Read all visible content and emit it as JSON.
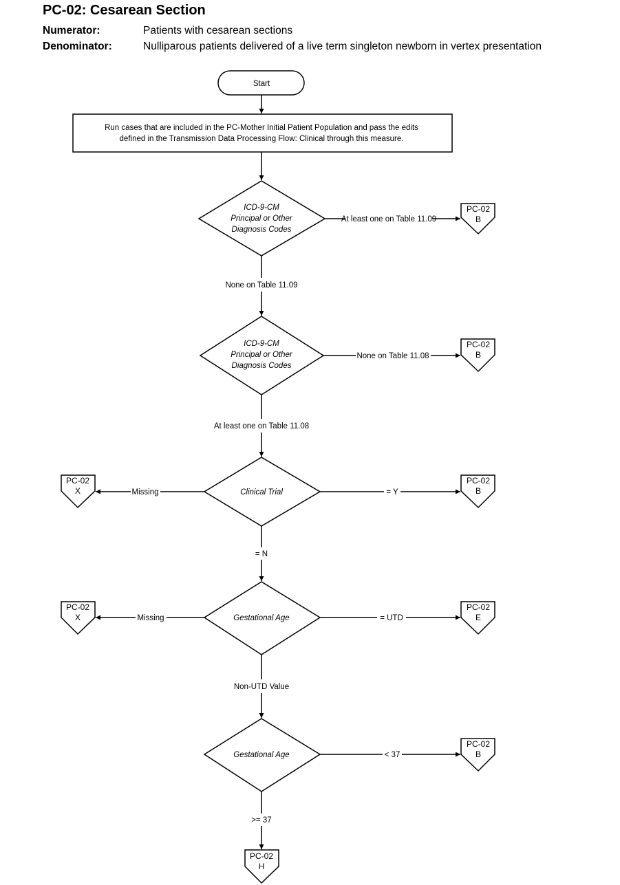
{
  "header": {
    "title": "PC-02:  Cesarean Section",
    "numerator_label": "Numerator:",
    "numerator_text": "Patients with cesarean sections",
    "denominator_label": "Denominator:",
    "denominator_text": "Nulliparous patients delivered of a live term singleton newborn in vertex presentation"
  },
  "flow": {
    "start": "Start",
    "process_line1": "Run cases that are included in the PC-Mother Initial Patient Population and pass the edits",
    "process_line2": "defined in the Transmission Data Processing Flow: Clinical through this measure.",
    "d1": {
      "l1": "ICD-9-CM",
      "l2": "Principal or Other",
      "l3": "Diagnosis Codes",
      "right": "At least one on Table 11.09",
      "down": "None  on Table 11.09"
    },
    "d2": {
      "l1": "ICD-9-CM",
      "l2": "Principal or Other",
      "l3": "Diagnosis Codes",
      "right": "None on Table 11.08",
      "down": "At least one on Table 11.08"
    },
    "d3": {
      "text": "Clinical Trial",
      "left": "Missing",
      "right": "= Y",
      "down": "= N"
    },
    "d4": {
      "text": "Gestational Age",
      "left": "Missing",
      "right": "= UTD",
      "down": "Non-UTD Value"
    },
    "d5": {
      "text": "Gestational Age",
      "right": "< 37",
      "down": ">= 37"
    },
    "connectors": {
      "c1": {
        "l1": "PC-02",
        "l2": "B"
      },
      "c2": {
        "l1": "PC-02",
        "l2": "B"
      },
      "c3": {
        "l1": "PC-02",
        "l2": "X"
      },
      "c4": {
        "l1": "PC-02",
        "l2": "B"
      },
      "c5": {
        "l1": "PC-02",
        "l2": "X"
      },
      "c6": {
        "l1": "PC-02",
        "l2": "E"
      },
      "c7": {
        "l1": "PC-02",
        "l2": "B"
      },
      "c8": {
        "l1": "PC-02",
        "l2": "H"
      }
    }
  }
}
